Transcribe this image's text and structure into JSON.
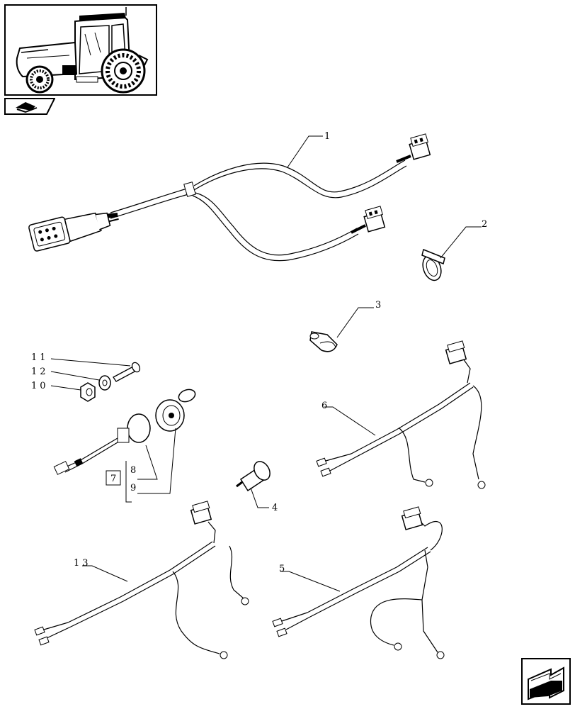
{
  "thumbnail": {
    "icon": "tractor-icon"
  },
  "book_tab": {
    "icon": "book-arrow-icon"
  },
  "nav": {
    "icon": "next-page-arrow-icon"
  },
  "callouts": {
    "c1": "1",
    "c2": "2",
    "c3": "3",
    "c4": "4",
    "c5": "5",
    "c6": "6",
    "c7": "7",
    "c8": "8",
    "c9": "9",
    "c10": "10",
    "c11": "11",
    "c12": "12",
    "c13": "13"
  }
}
